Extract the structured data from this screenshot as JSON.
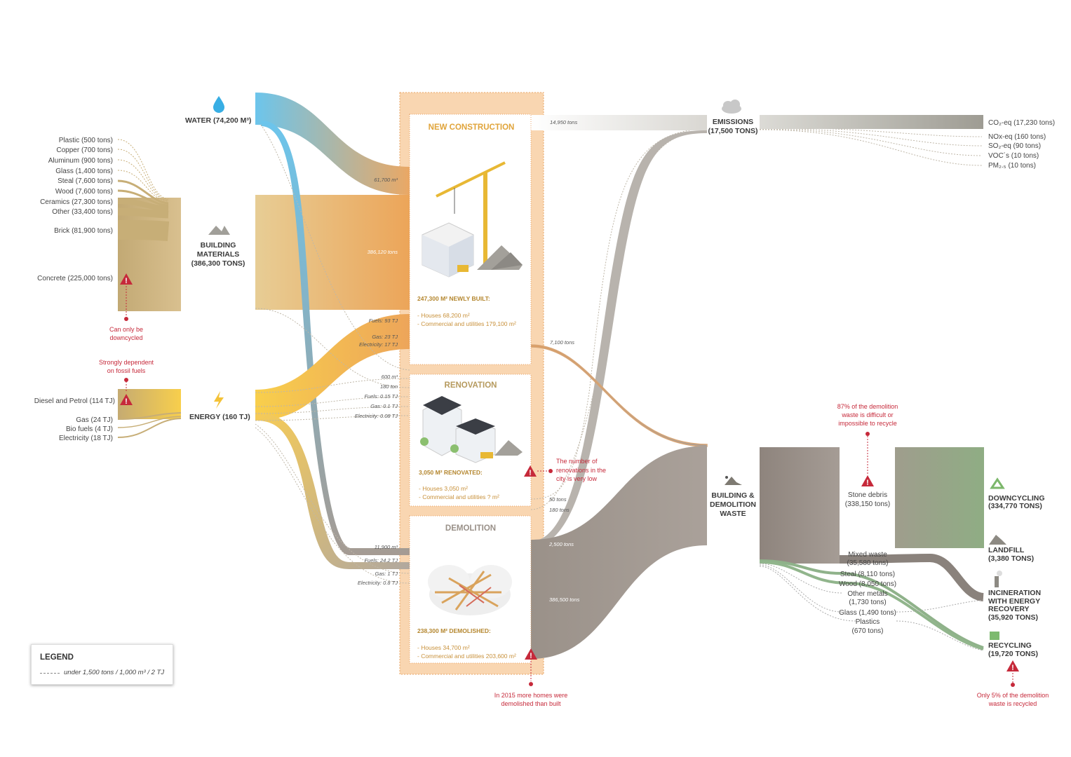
{
  "inputs": {
    "water": {
      "label": "WATER (74,200 M³)"
    },
    "building_materials": {
      "label_line1": "BUILDING",
      "label_line2": "MATERIALS",
      "label_line3": "(386,300 TONS)"
    },
    "energy": {
      "label": "ENERGY (160 TJ)"
    }
  },
  "materials": [
    "Plastic (500 tons)",
    "Copper (700 tons)",
    "Aluminum (900 tons)",
    "Glass (1,400 tons)",
    "Steal (7,600 tons)",
    "Wood (7,600 tons)",
    "Ceramics (27,300 tons)",
    "Other (33,400 tons)",
    "Brick (81,900 tons)",
    "Concrete (225,000 tons)"
  ],
  "energy_sources": [
    "Diesel and Petrol (114 TJ)",
    "Gas (24 TJ)",
    "Bio fuels (4 TJ)",
    "Electricity (18 TJ)"
  ],
  "warnings": {
    "concrete_line1": "Can only be",
    "concrete_line2": "downcycled",
    "fossil_line1": "Strongly dependent",
    "fossil_line2": "on fossil fuels",
    "renovation_line1": "The number of",
    "renovation_line2": "renovations in the",
    "renovation_line3": "city is very low",
    "demolition_line1": "In 2015 more homes were",
    "demolition_line2": "demolished than built",
    "waste_line1": "87% of the demolition",
    "waste_line2": "waste is difficult or",
    "waste_line3": "impossible to recycle",
    "recycle_line1": "Only 5% of the demolition",
    "recycle_line2": "waste is recycled"
  },
  "flow_labels": {
    "nc_water": "61,700 m³",
    "nc_materials": "386,120 tons",
    "nc_fuels": "Fuels: 93 TJ",
    "nc_gas": "Gas: 23 TJ",
    "nc_elec": "Electricity: 17 TJ",
    "ren_water": "600 m³",
    "ren_mat": "180 ton",
    "ren_fuels": "Fuels: 0.15 TJ",
    "ren_gas": "Gas: 0.1 TJ",
    "ren_elec": "Electricity: 0.08 TJ",
    "dem_water": "11,900 m³",
    "dem_fuels": "Fuels: 24.2 TJ",
    "dem_gas": "Gas: 1 TJ",
    "dem_elec": "Electricity: 0.8 TJ",
    "emis_in": "14,950 tons",
    "nc_waste": "7,100 tons",
    "ren_50": "50 tons",
    "ren_180": "180 tons",
    "dem_2500": "2,500 tons",
    "dem_waste": "386,500 tons"
  },
  "cards": {
    "new_construction": {
      "title": "NEW CONSTRUCTION",
      "summary": "247,300 M² NEWLY BUILT:",
      "line1": "- Houses 68,200 m²",
      "line2": "- Commercial and utilities 179,100 m²"
    },
    "renovation": {
      "title": "RENOVATION",
      "summary": "3,050 M² RENOVATED:",
      "line1": "- Houses 3,050 m²",
      "line2": "- Commercial and utilities ? m²"
    },
    "demolition": {
      "title": "DEMOLITION",
      "summary": "238,300 M² DEMOLISHED:",
      "line1": "- Houses 34,700 m²",
      "line2": "- Commercial and utilities 203,600 m²"
    }
  },
  "emissions": {
    "title_line1": "EMISSIONS",
    "title_line2": "(17,500 TONS)",
    "items": [
      "CO₂-eq (17,230 tons)",
      "NOx-eq  (160 tons)",
      "SO₂-eq (90 tons)",
      "VOC´s (10 tons)",
      "PM₂.₅ (10 tons)"
    ]
  },
  "waste": {
    "title_line1": "BUILDING &",
    "title_line2": "DEMOLITION",
    "title_line3": "WASTE",
    "stone_line1": "Stone debris",
    "stone_line2": "(338,150 tons)",
    "mixed_line1": "Mixed waste",
    "mixed_line2": "(35,580 tons)",
    "steal": "Steal (8,110 tons)",
    "wood": "Wood (8,050 tons)",
    "metals_line1": "Other metals",
    "metals_line2": "(1,730 tons)",
    "glass": "Glass (1,490 tons)",
    "plastics_line1": "Plastics",
    "plastics_line2": "(670 tons)"
  },
  "outputs": {
    "downcycling_line1": "DOWNCYCLING",
    "downcycling_line2": "(334,770 TONS)",
    "landfill_line1": "LANDFILL",
    "landfill_line2": "(3,380 TONS)",
    "incineration_line1": "INCINERATION",
    "incineration_line2": "WITH ENERGY",
    "incineration_line3": "RECOVERY",
    "incineration_line4": "(35,920 TONS)",
    "recycling_line1": "RECYCLING",
    "recycling_line2": "(19,720 TONS)"
  },
  "legend": {
    "title": "LEGEND",
    "text": "under 1,500 tons / 1,000 m³ / 2 TJ"
  },
  "colors": {
    "water": "#6cc5ec",
    "materials": "#c9b17a",
    "energy": "#f6c94a",
    "construction": "#e9a35c",
    "waste": "#a19a92",
    "downcycling": "#8fab85",
    "warning": "#c6293a",
    "panel": "#f8d3ab"
  }
}
